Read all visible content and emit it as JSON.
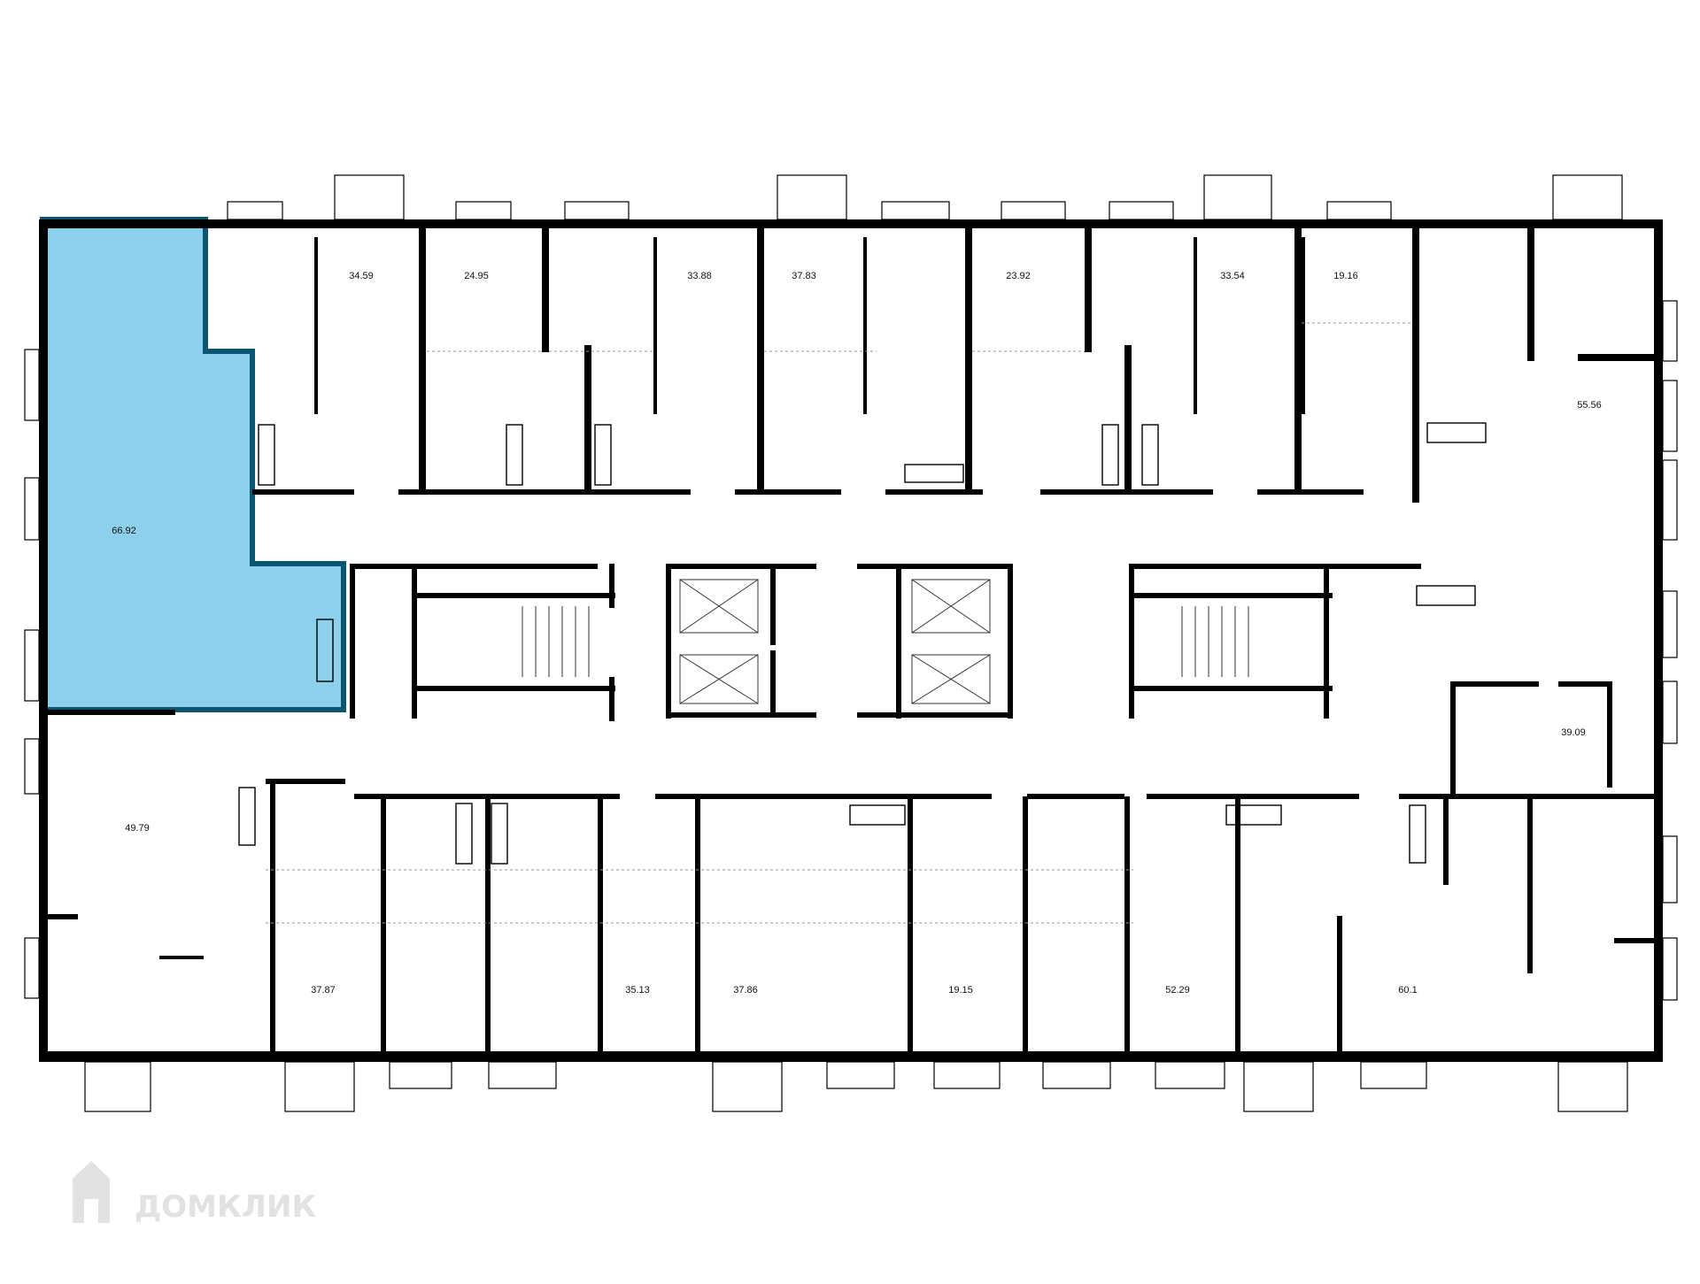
{
  "plan": {
    "highlight_color": "#8dd0ec",
    "highlight_border": "#0b5570",
    "apartments": [
      {
        "id": "apt-66-92",
        "area": "66.92",
        "highlighted": true
      },
      {
        "id": "apt-34-59",
        "area": "34.59",
        "highlighted": false
      },
      {
        "id": "apt-24-95",
        "area": "24.95",
        "highlighted": false
      },
      {
        "id": "apt-33-88",
        "area": "33.88",
        "highlighted": false
      },
      {
        "id": "apt-37-83",
        "area": "37.83",
        "highlighted": false
      },
      {
        "id": "apt-23-92",
        "area": "23.92",
        "highlighted": false
      },
      {
        "id": "apt-33-54",
        "area": "33.54",
        "highlighted": false
      },
      {
        "id": "apt-19-16",
        "area": "19.16",
        "highlighted": false
      },
      {
        "id": "apt-55-56",
        "area": "55.56",
        "highlighted": false
      },
      {
        "id": "apt-39-09",
        "area": "39.09",
        "highlighted": false
      },
      {
        "id": "apt-49-79",
        "area": "49.79",
        "highlighted": false
      },
      {
        "id": "apt-37-87",
        "area": "37.87",
        "highlighted": false
      },
      {
        "id": "apt-35-13",
        "area": "35.13",
        "highlighted": false
      },
      {
        "id": "apt-37-86",
        "area": "37.86",
        "highlighted": false
      },
      {
        "id": "apt-19-15",
        "area": "19.15",
        "highlighted": false
      },
      {
        "id": "apt-52-29",
        "area": "52.29",
        "highlighted": false
      },
      {
        "id": "apt-60-1",
        "area": "60.1",
        "highlighted": false
      }
    ]
  },
  "watermark": {
    "text": "ДОМКЛИК",
    "icon": "house-logo-icon"
  }
}
